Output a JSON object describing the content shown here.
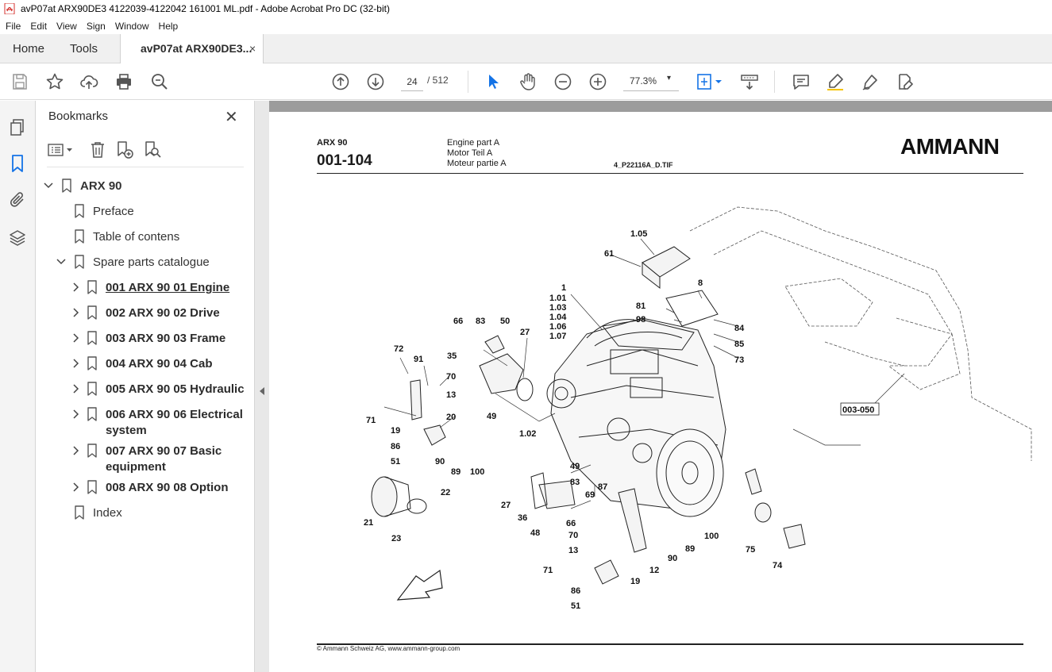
{
  "window": {
    "title": "avP07at ARX90DE3 4122039-4122042 161001 ML.pdf - Adobe Acrobat Pro DC (32-bit)"
  },
  "menu": [
    "File",
    "Edit",
    "View",
    "Sign",
    "Window",
    "Help"
  ],
  "tabs": {
    "home": "Home",
    "tools": "Tools",
    "document": "avP07at ARX90DE3...",
    "close": "×"
  },
  "toolbar": {
    "page_current": "24",
    "page_total": "/ 512",
    "zoom": "77.3%"
  },
  "bookmarks": {
    "title": "Bookmarks",
    "close": "✕",
    "items": [
      {
        "label": "ARX 90"
      },
      {
        "label": "Preface"
      },
      {
        "label": "Table of contens"
      },
      {
        "label": "Spare parts catalogue"
      },
      {
        "label": "001 ARX 90 01 Engine"
      },
      {
        "label": "002 ARX 90 02 Drive"
      },
      {
        "label": "003 ARX 90 03 Frame"
      },
      {
        "label": "004 ARX 90 04 Cab"
      },
      {
        "label": "005 ARX 90 05 Hydraulic"
      },
      {
        "label": "006 ARX 90 06 Electrical",
        "label2": "system"
      },
      {
        "label": "007 ARX 90 07 Basic",
        "label2": "equipment"
      },
      {
        "label": "008 ARX 90 08 Option"
      },
      {
        "label": "Index"
      }
    ]
  },
  "page": {
    "model": "ARX 90",
    "section": "001-104",
    "desc": [
      "Engine part A",
      "Motor Teil A",
      "Moteur partie A"
    ],
    "file": "4_P22116A_D.TIF",
    "logo": "AMMANN",
    "footer": "© Ammann Schweiz AG, www.ammann-group.com",
    "callouts": [
      {
        "t": "1.05"
      },
      {
        "t": "61"
      },
      {
        "t": "8"
      },
      {
        "t": "1"
      },
      {
        "t": "1.01"
      },
      {
        "t": "1.03"
      },
      {
        "t": "1.04"
      },
      {
        "t": "1.06"
      },
      {
        "t": "1.07"
      },
      {
        "t": "81"
      },
      {
        "t": "98"
      },
      {
        "t": "84"
      },
      {
        "t": "85"
      },
      {
        "t": "73"
      },
      {
        "t": "66"
      },
      {
        "t": "83"
      },
      {
        "t": "50"
      },
      {
        "t": "27"
      },
      {
        "t": "35"
      },
      {
        "t": "72"
      },
      {
        "t": "91"
      },
      {
        "t": "70"
      },
      {
        "t": "13"
      },
      {
        "t": "20"
      },
      {
        "t": "71"
      },
      {
        "t": "49"
      },
      {
        "t": "1.02"
      },
      {
        "t": "19"
      },
      {
        "t": "86"
      },
      {
        "t": "90"
      },
      {
        "t": "89"
      },
      {
        "t": "100"
      },
      {
        "t": "51"
      },
      {
        "t": "003-050"
      },
      {
        "t": "49"
      },
      {
        "t": "83"
      },
      {
        "t": "87"
      },
      {
        "t": "27"
      },
      {
        "t": "69"
      },
      {
        "t": "22"
      },
      {
        "t": "36"
      },
      {
        "t": "66"
      },
      {
        "t": "48"
      },
      {
        "t": "21"
      },
      {
        "t": "70"
      },
      {
        "t": "100"
      },
      {
        "t": "23"
      },
      {
        "t": "89"
      },
      {
        "t": "13"
      },
      {
        "t": "90"
      },
      {
        "t": "75"
      },
      {
        "t": "12"
      },
      {
        "t": "74"
      },
      {
        "t": "71"
      },
      {
        "t": "19"
      },
      {
        "t": "86"
      },
      {
        "t": "51"
      }
    ]
  }
}
